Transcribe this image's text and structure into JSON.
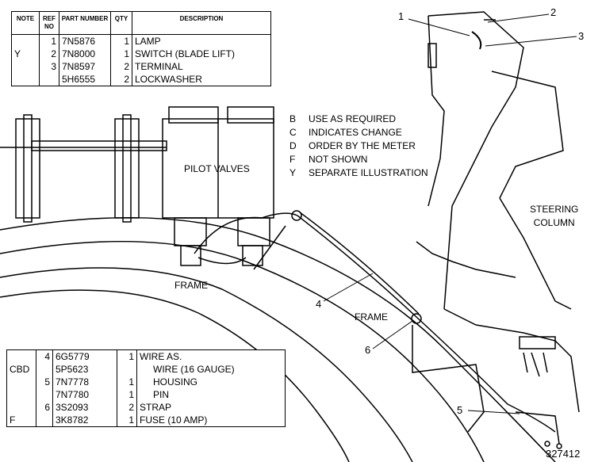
{
  "parts_table_top": {
    "headers": [
      "NOTE",
      "REF NO",
      "PART NUMBER",
      "QTY",
      "DESCRIPTION"
    ],
    "rows": [
      {
        "note": "",
        "ref": "1",
        "part": "7N5876",
        "qty": "1",
        "desc": "LAMP"
      },
      {
        "note": "Y",
        "ref": "2",
        "part": "7N8000",
        "qty": "1",
        "desc": "SWITCH (BLADE LIFT)"
      },
      {
        "note": "",
        "ref": "3",
        "part": "7N8597",
        "qty": "2",
        "desc": "TERMINAL"
      },
      {
        "note": "",
        "ref": "",
        "part": "5H6555",
        "qty": "2",
        "desc": "LOCKWASHER"
      }
    ]
  },
  "legend": [
    {
      "key": "B",
      "text": "USE AS REQUIRED"
    },
    {
      "key": "C",
      "text": "INDICATES CHANGE"
    },
    {
      "key": "D",
      "text": "ORDER BY THE METER"
    },
    {
      "key": "F",
      "text": "NOT SHOWN"
    },
    {
      "key": "Y",
      "text": "SEPARATE ILLUSTRATION"
    }
  ],
  "parts_table_bottom": {
    "rows": [
      {
        "note": "",
        "ref": "4",
        "part": "6G5779",
        "qty": "1",
        "desc": "WIRE AS."
      },
      {
        "note": "CBD",
        "ref": "",
        "part": "5P5623",
        "qty": "",
        "desc": "WIRE (16 GAUGE)"
      },
      {
        "note": "",
        "ref": "5",
        "part": "7N7778",
        "qty": "1",
        "desc": "HOUSING"
      },
      {
        "note": "",
        "ref": "",
        "part": "7N7780",
        "qty": "1",
        "desc": "PIN"
      },
      {
        "note": "",
        "ref": "6",
        "part": "3S2093",
        "qty": "2",
        "desc": "STRAP"
      },
      {
        "note": "F",
        "ref": "",
        "part": "3K8782",
        "qty": "1",
        "desc": "FUSE (10 AMP)"
      }
    ]
  },
  "labels": {
    "pilot_valves": "PILOT VALVES",
    "frame_left": "FRAME",
    "frame_center": "FRAME",
    "steering_column": "STEERING\nCOLUMN",
    "image_number": "327412"
  },
  "callouts": [
    "1",
    "2",
    "3",
    "4",
    "5",
    "6"
  ]
}
